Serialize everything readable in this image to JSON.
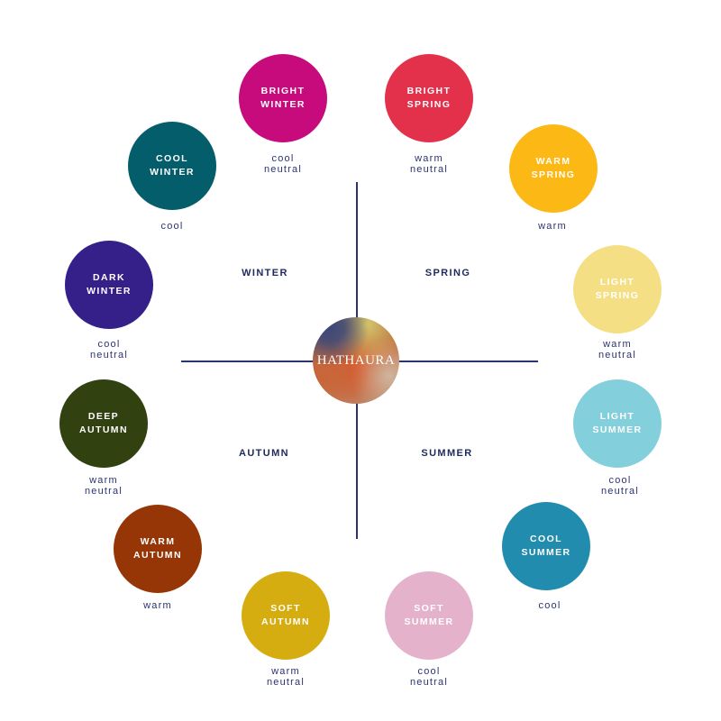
{
  "logo": "HATHAURA",
  "quadrants": {
    "winter": "WINTER",
    "spring": "SPRING",
    "autumn": "AUTUMN",
    "summer": "SUMMER"
  },
  "seasons": [
    {
      "id": "bright-winter",
      "line1": "BRIGHT",
      "line2": "WINTER",
      "color": "#c70a7c",
      "note1": "cool",
      "note2": "neutral"
    },
    {
      "id": "bright-spring",
      "line1": "BRIGHT",
      "line2": "SPRING",
      "color": "#e3304b",
      "note1": "warm",
      "note2": "neutral"
    },
    {
      "id": "cool-winter",
      "line1": "COOL",
      "line2": "WINTER",
      "color": "#035d6a",
      "note1": "cool",
      "note2": ""
    },
    {
      "id": "warm-spring",
      "line1": "WARM",
      "line2": "SPRING",
      "color": "#fcb815",
      "note1": "warm",
      "note2": ""
    },
    {
      "id": "dark-winter",
      "line1": "DARK",
      "line2": "WINTER",
      "color": "#35208a",
      "note1": "cool",
      "note2": "neutral"
    },
    {
      "id": "light-spring",
      "line1": "LIGHT",
      "line2": "SPRING",
      "color": "#f4df84",
      "note1": "warm",
      "note2": "neutral"
    },
    {
      "id": "deep-autumn",
      "line1": "DEEP",
      "line2": "AUTUMN",
      "color": "#314110",
      "note1": "warm",
      "note2": "neutral"
    },
    {
      "id": "light-summer",
      "line1": "LIGHT",
      "line2": "SUMMER",
      "color": "#83cfdc",
      "note1": "cool",
      "note2": "neutral"
    },
    {
      "id": "warm-autumn",
      "line1": "WARM",
      "line2": "AUTUMN",
      "color": "#963607",
      "note1": "warm",
      "note2": ""
    },
    {
      "id": "cool-summer",
      "line1": "COOL",
      "line2": "SUMMER",
      "color": "#218cad",
      "note1": "cool",
      "note2": ""
    },
    {
      "id": "soft-autumn",
      "line1": "SOFT",
      "line2": "AUTUMN",
      "color": "#d5ad10",
      "note1": "warm",
      "note2": "neutral"
    },
    {
      "id": "soft-summer",
      "line1": "SOFT",
      "line2": "SUMMER",
      "color": "#e5b2cc",
      "note1": "cool",
      "note2": "neutral"
    }
  ]
}
